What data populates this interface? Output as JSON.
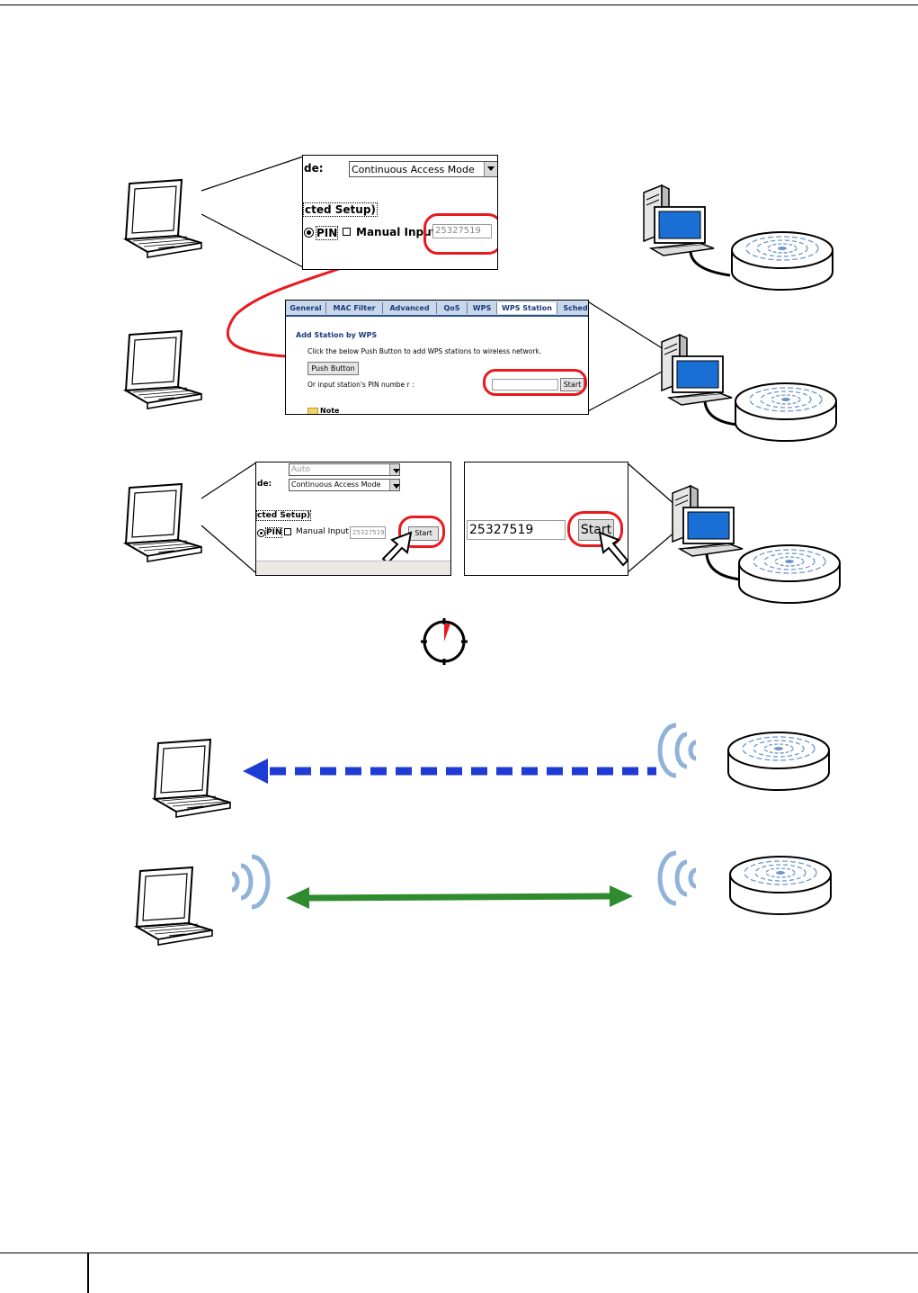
{
  "screen1": {
    "mode_label": "de:",
    "mode_value": "Continuous Access Mode",
    "setup_label": "cted Setup)",
    "pin_label": "PIN",
    "manual_input_label": "Manual Input",
    "pin_value": "25327519"
  },
  "screen2": {
    "tabs": [
      "General",
      "MAC Filter",
      "Advanced",
      "QoS",
      "WPS",
      "WPS Station",
      "Sched"
    ],
    "heading": "Add Station by WPS",
    "instruction_pre": "Click the below Push Button to add WPS stations to wireless network.",
    "push_button_label": "Push Button",
    "pin_prompt": "Or input station's PIN numbe r :",
    "start_label": "Start",
    "note_label": "Note"
  },
  "screen3": {
    "auto_value": "Auto",
    "mode_label": "de:",
    "mode_value": "Continuous Access Mode",
    "setup_label": "cted Setup)",
    "pin_label": "PIN",
    "manual_input_label": "Manual Input",
    "pin_value": "25327519",
    "start_label": "Start"
  },
  "screen4": {
    "pin_value": "25327519",
    "start_label": "Start"
  },
  "colors": {
    "highlight_red": "#e8191f",
    "arrow_blue": "#1f3bd6",
    "arrow_green": "#2e8b2e",
    "wave_blue": "#8fb3d9",
    "tab_blue": "#2d4f8c"
  },
  "icons": [
    "laptop-icon",
    "desktop-computer-icon",
    "access-point-icon",
    "timer-icon",
    "cursor-arrow-icon",
    "wireless-signal-icon"
  ]
}
